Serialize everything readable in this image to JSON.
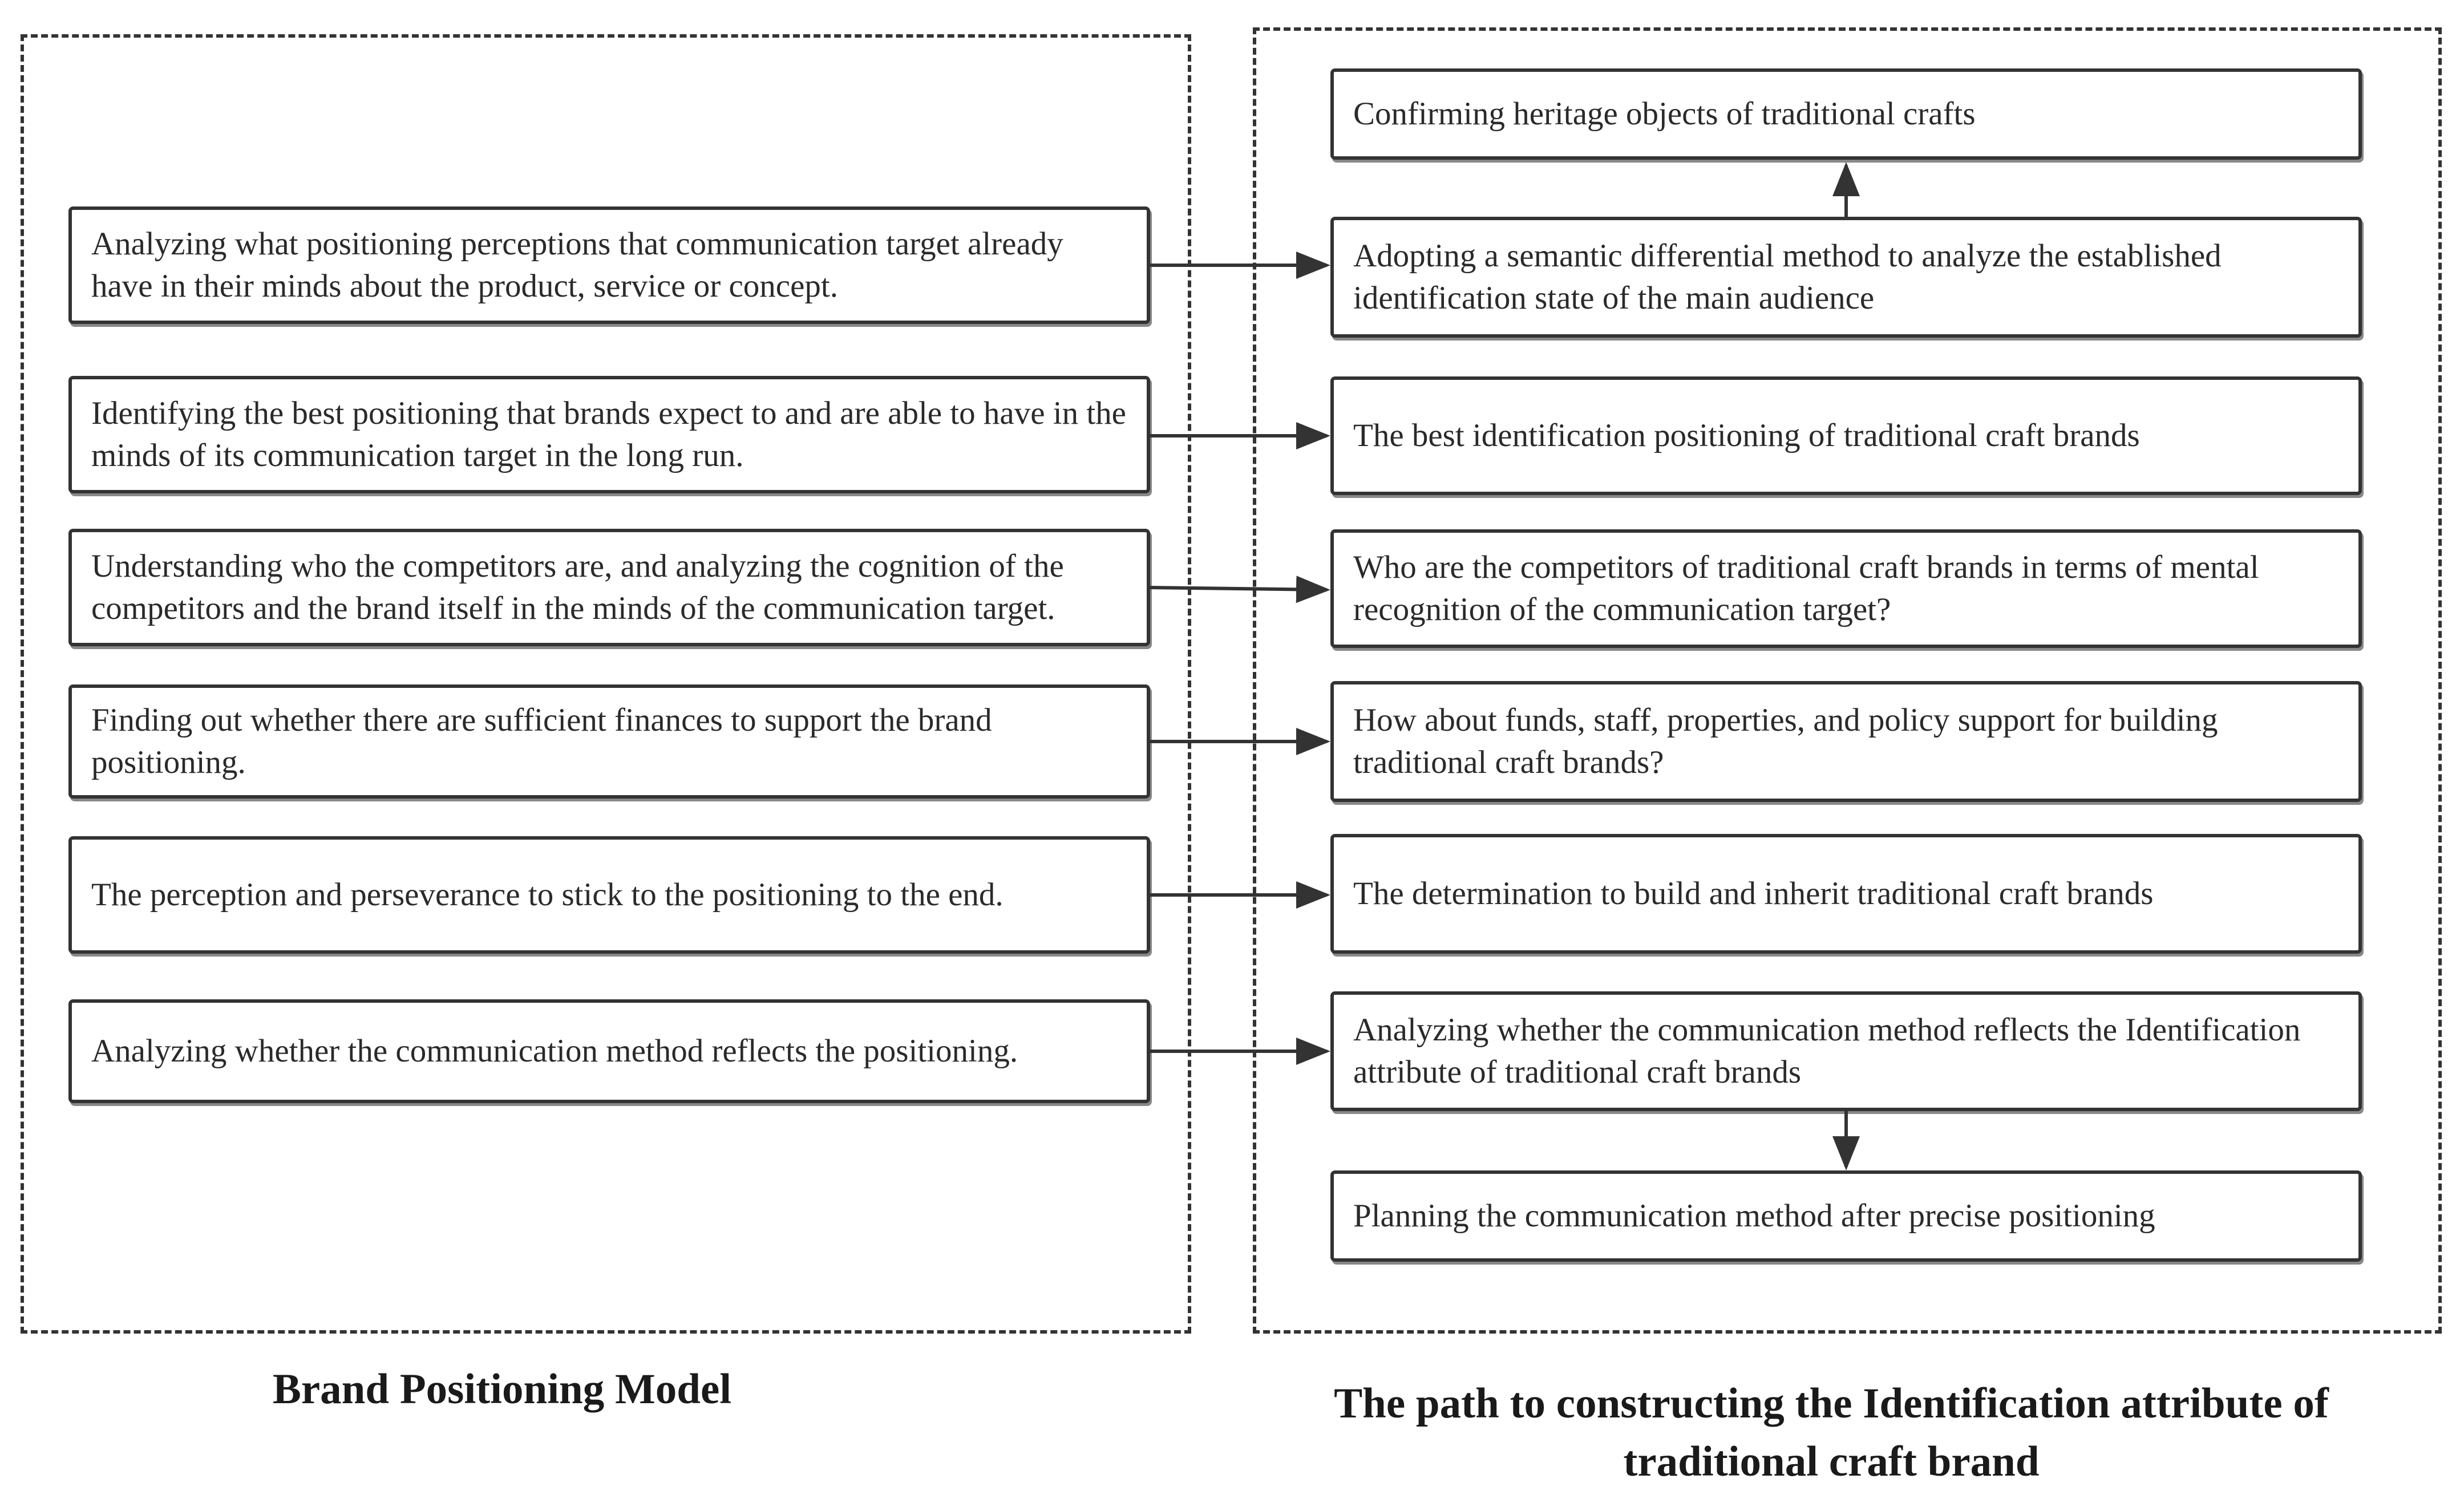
{
  "left_panel": {
    "caption": "Brand Positioning Model",
    "boxes": [
      "Analyzing what positioning perceptions that communication target already have in their minds about the product, service or concept.",
      "Identifying the best positioning that brands expect to and are able to have in the minds of its communication target in the long run.",
      "Understanding who the competitors are, and analyzing the cognition of the competitors and the brand itself in the minds of  the communication target.",
      "Finding out whether there are sufficient finances to support the brand positioning.",
      "The perception and perseverance to stick to the positioning to the end.",
      "Analyzing whether the communication method reflects the positioning."
    ]
  },
  "right_panel": {
    "caption": "The path to constructing the Identification attribute of traditional craft brand",
    "boxes": [
      "Confirming heritage objects of traditional crafts",
      "Adopting a semantic differential method to analyze the established identification state of the main audience",
      "The best identification positioning of traditional craft brands",
      "Who are the competitors of traditional craft brands in terms of mental recognition of the communication target?",
      "How about funds, staff, properties, and policy support for building traditional craft brands?",
      "The determination to build and inherit traditional craft brands",
      "Analyzing whether the communication method reflects the Identification attribute of traditional craft brands",
      "Planning the communication method after precise positioning"
    ]
  },
  "colors": {
    "line": "#333333",
    "text": "#2a2a2a"
  }
}
